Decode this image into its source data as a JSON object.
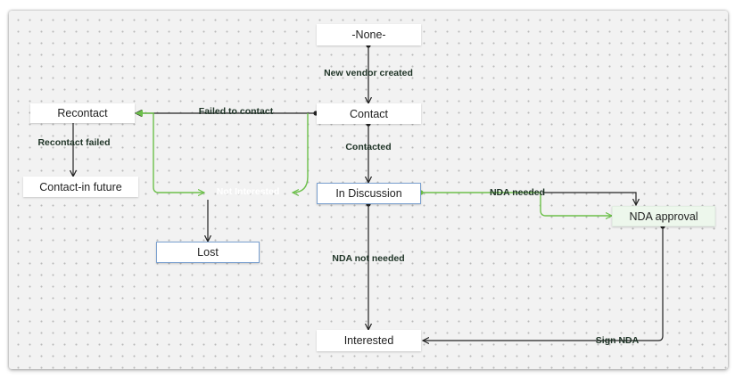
{
  "nodes": {
    "none": "-None-",
    "contact": "Contact",
    "recontact": "Recontact",
    "contact_in_future": "Contact-in future",
    "in_discussion": "In Discussion",
    "lost": "Lost",
    "nda_approval": "NDA approval",
    "interested": "Interested"
  },
  "transitions": {
    "new_vendor_created": "New vendor created",
    "failed_to_contact": "Failed to contact",
    "recontact_failed": "Recontact failed",
    "contacted": "Contacted",
    "not_interested": "Not Interested",
    "nda_needed": "NDA needed",
    "nda_not_needed": "NDA not needed",
    "sign_nda": "Sign NDA"
  },
  "colors": {
    "transition_fill": "#a9dcc8",
    "highlight_fill": "#7fb0ee",
    "selected_border": "#7aa0cf",
    "green_edge": "#6cc04a",
    "dark_edge": "#222222"
  }
}
